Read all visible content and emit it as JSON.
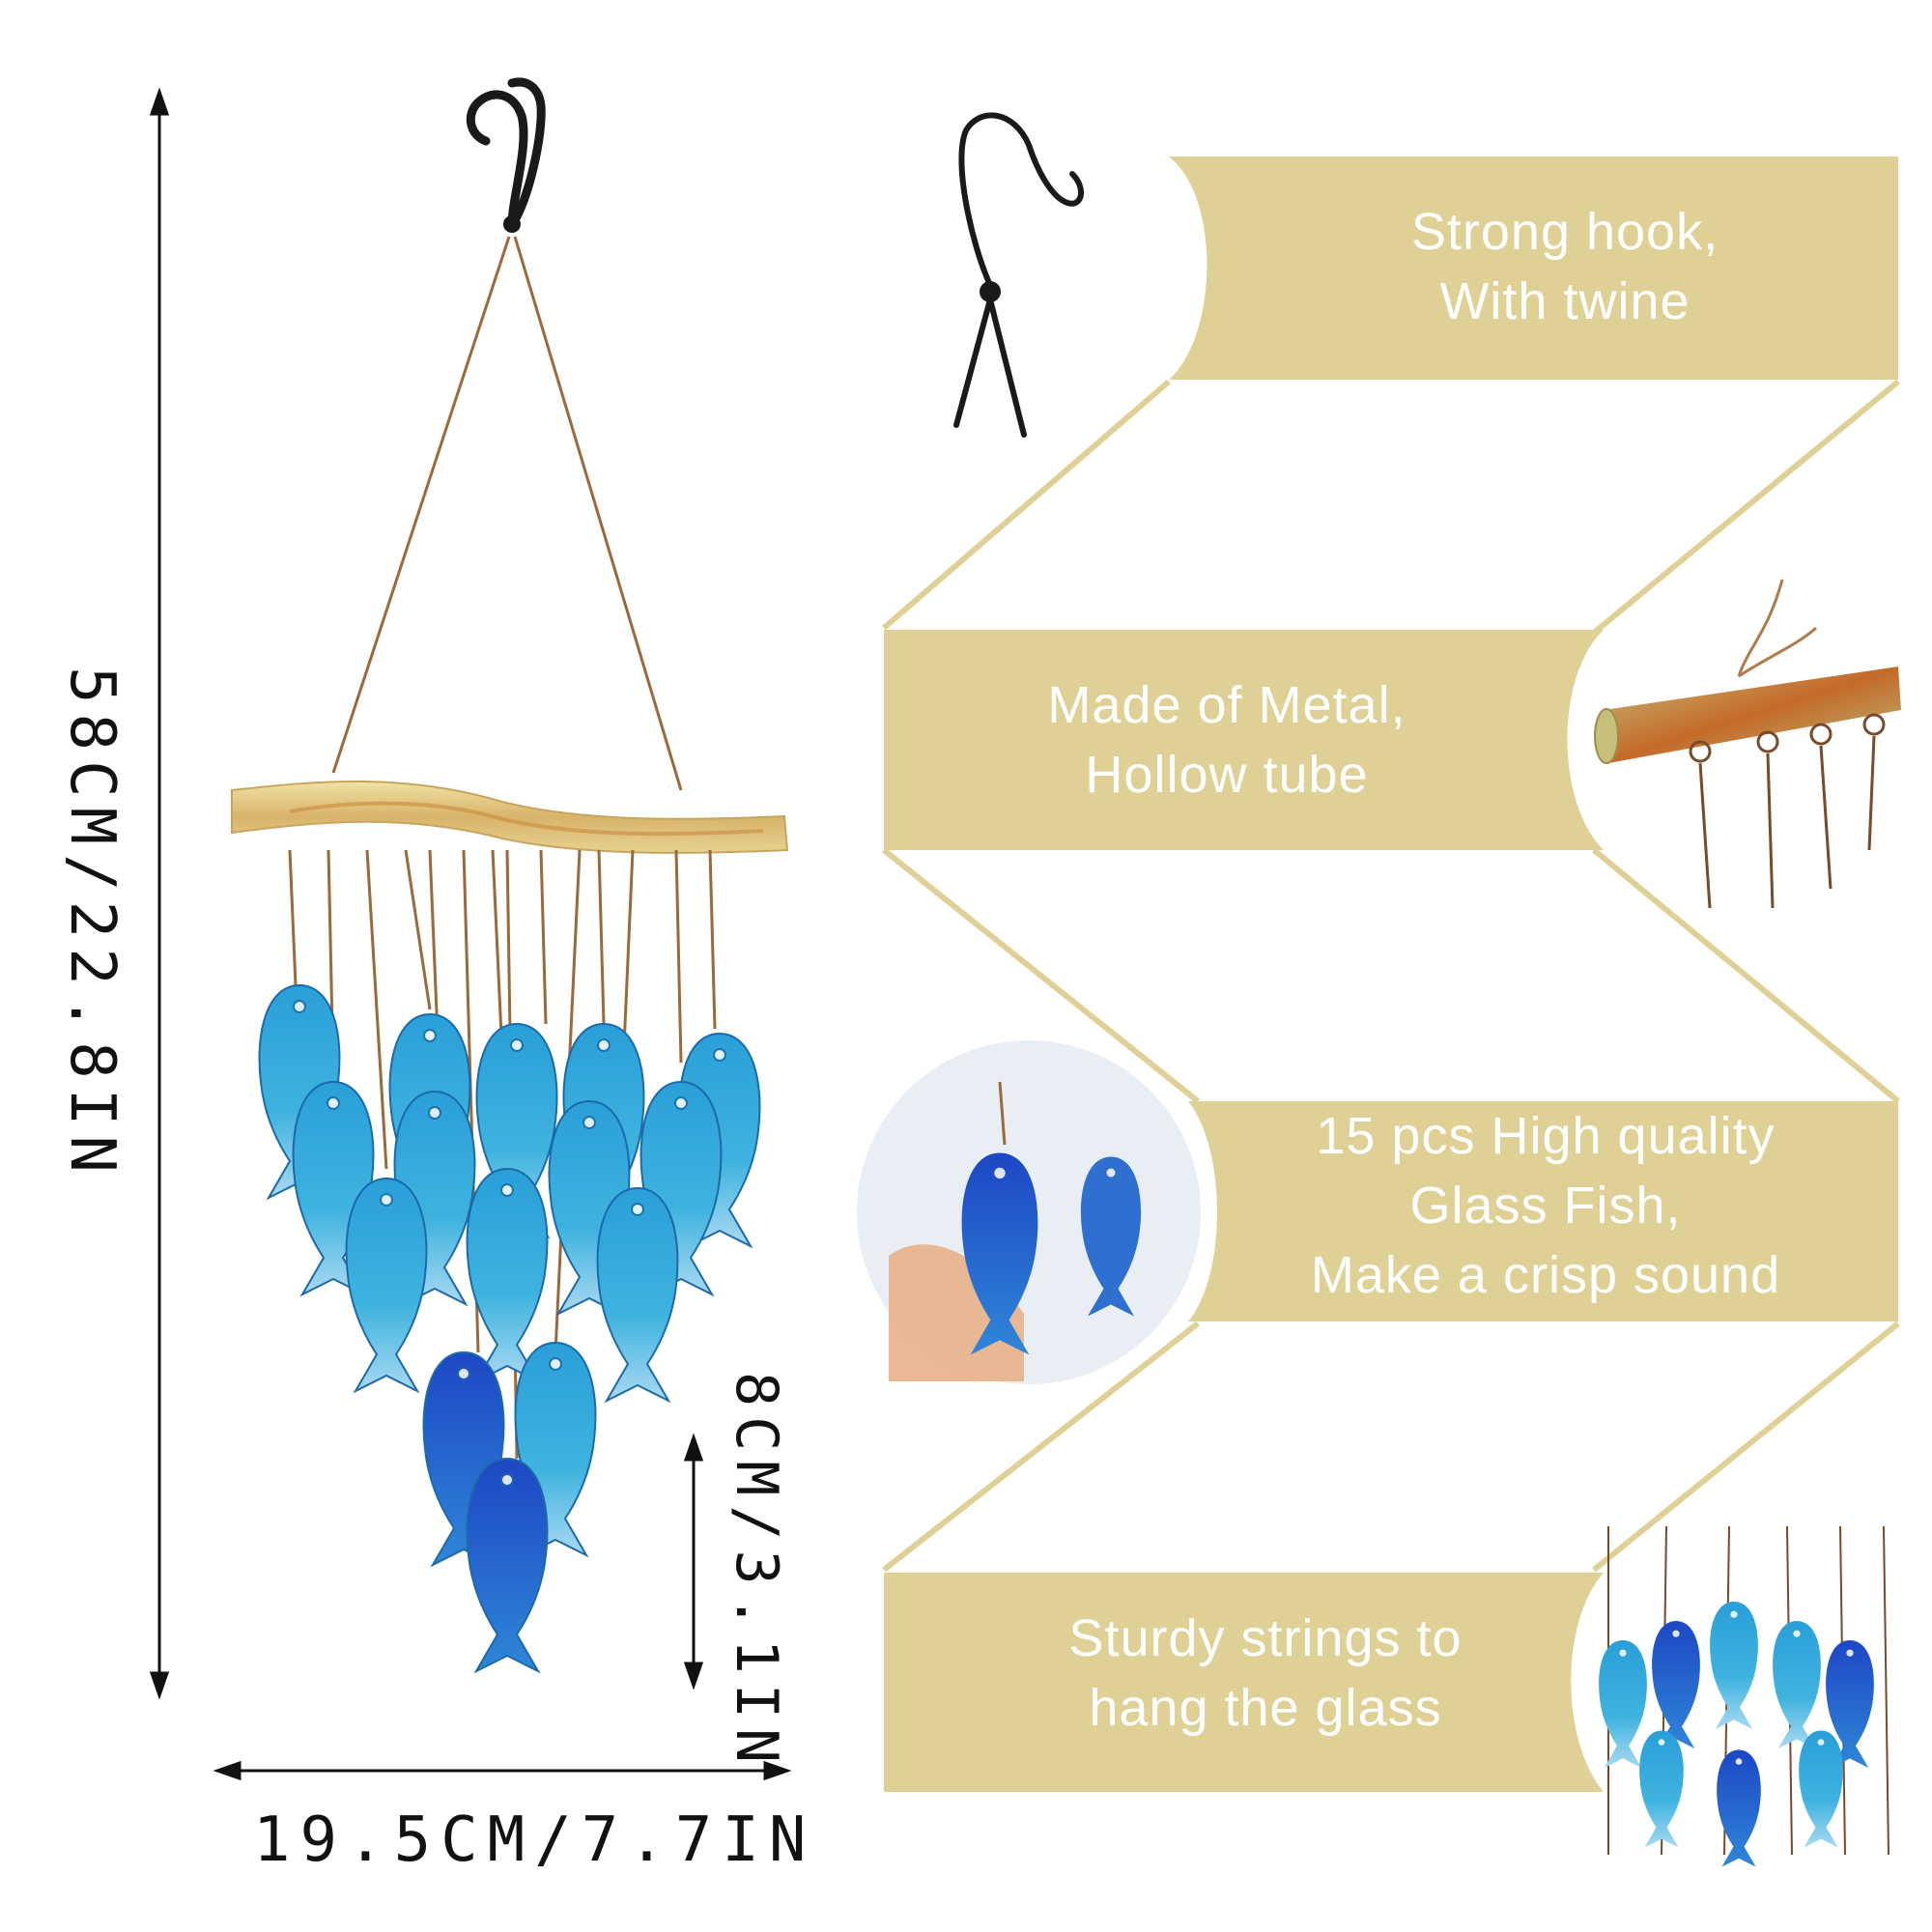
{
  "dimensions": {
    "height": "58CM/22.8IN",
    "width": "19.5CM/7.7IN",
    "fish_length": "8CM/3.1IN"
  },
  "features": [
    {
      "lines": [
        "Strong hook,",
        "With twine"
      ]
    },
    {
      "lines": [
        "Made of Metal,",
        "Hollow tube"
      ]
    },
    {
      "lines": [
        "15 pcs High quality",
        "Glass Fish,",
        "Make a crisp sound"
      ]
    },
    {
      "lines": [
        "Sturdy strings to",
        "hang the glass"
      ]
    }
  ],
  "colors": {
    "panel": "#dfd196",
    "fish_light": "#3aa6d6",
    "fish_dark": "#1b4fc0",
    "tube": "#d9b36a"
  },
  "product": {
    "fish_count": 15
  }
}
